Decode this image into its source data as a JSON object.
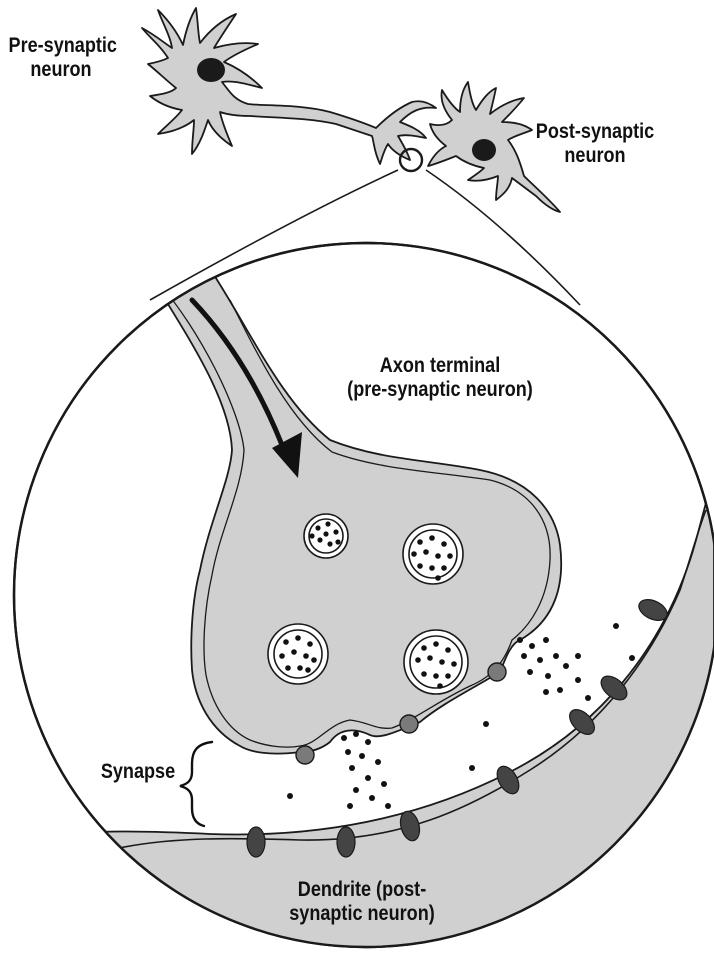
{
  "labels": {
    "pre_neuron": [
      "Pre-synaptic",
      "neuron"
    ],
    "post_neuron": [
      "Post-synaptic",
      "neuron"
    ],
    "axon_terminal": [
      "Axon terminal",
      "(pre-synaptic neuron)"
    ],
    "synapse": "Synapse",
    "dendrite": [
      "Dendrite (post-",
      "synaptic neuron)"
    ]
  },
  "colors": {
    "cytoplasm": "#d0d0d0",
    "outline": "#1a1a1a",
    "vesicle_fill": "#ffffff",
    "neurotransmitter": "#111111",
    "protein_gray": "#7a7a7a",
    "receptor_dark": "#444444"
  },
  "icons": {
    "flow_arrow": "curved-down-arrow-icon",
    "synapse_bracket": "curly-bracket-icon"
  }
}
